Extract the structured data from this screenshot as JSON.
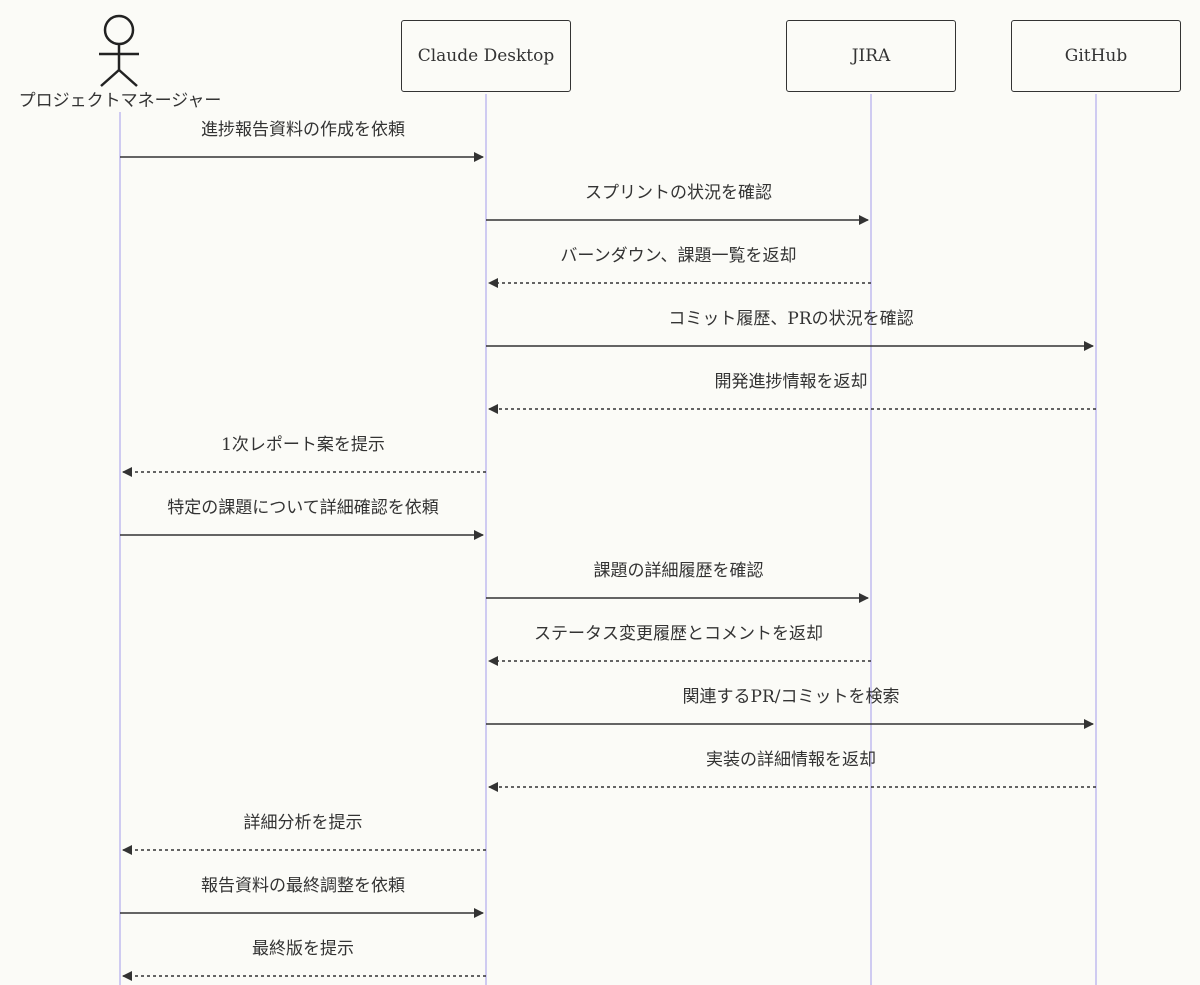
{
  "participants": [
    {
      "id": "pm",
      "label": "プロジェクトマネージャー",
      "kind": "actor"
    },
    {
      "id": "claude",
      "label": "Claude Desktop",
      "kind": "box"
    },
    {
      "id": "jira",
      "label": "JIRA",
      "kind": "box"
    },
    {
      "id": "github",
      "label": "GitHub",
      "kind": "box"
    }
  ],
  "messages": [
    {
      "from": "pm",
      "to": "claude",
      "text": "進捗報告資料の作成を依頼",
      "style": "solid"
    },
    {
      "from": "claude",
      "to": "jira",
      "text": "スプリントの状況を確認",
      "style": "solid"
    },
    {
      "from": "jira",
      "to": "claude",
      "text": "バーンダウン、課題一覧を返却",
      "style": "dashed"
    },
    {
      "from": "claude",
      "to": "github",
      "text": "コミット履歴、PRの状況を確認",
      "style": "solid"
    },
    {
      "from": "github",
      "to": "claude",
      "text": "開発進捗情報を返却",
      "style": "dashed"
    },
    {
      "from": "claude",
      "to": "pm",
      "text": "1次レポート案を提示",
      "style": "dashed"
    },
    {
      "from": "pm",
      "to": "claude",
      "text": "特定の課題について詳細確認を依頼",
      "style": "solid"
    },
    {
      "from": "claude",
      "to": "jira",
      "text": "課題の詳細履歴を確認",
      "style": "solid"
    },
    {
      "from": "jira",
      "to": "claude",
      "text": "ステータス変更履歴とコメントを返却",
      "style": "dashed"
    },
    {
      "from": "claude",
      "to": "github",
      "text": "関連するPR/コミットを検索",
      "style": "solid"
    },
    {
      "from": "github",
      "to": "claude",
      "text": "実装の詳細情報を返却",
      "style": "dashed"
    },
    {
      "from": "claude",
      "to": "pm",
      "text": "詳細分析を提示",
      "style": "dashed"
    },
    {
      "from": "pm",
      "to": "claude",
      "text": "報告資料の最終調整を依頼",
      "style": "solid"
    },
    {
      "from": "claude",
      "to": "pm",
      "text": "最終版を提示",
      "style": "dashed"
    }
  ],
  "colors": {
    "line": "#333333",
    "lifeline": "#cfcbf1",
    "background": "#fbfbf7"
  }
}
